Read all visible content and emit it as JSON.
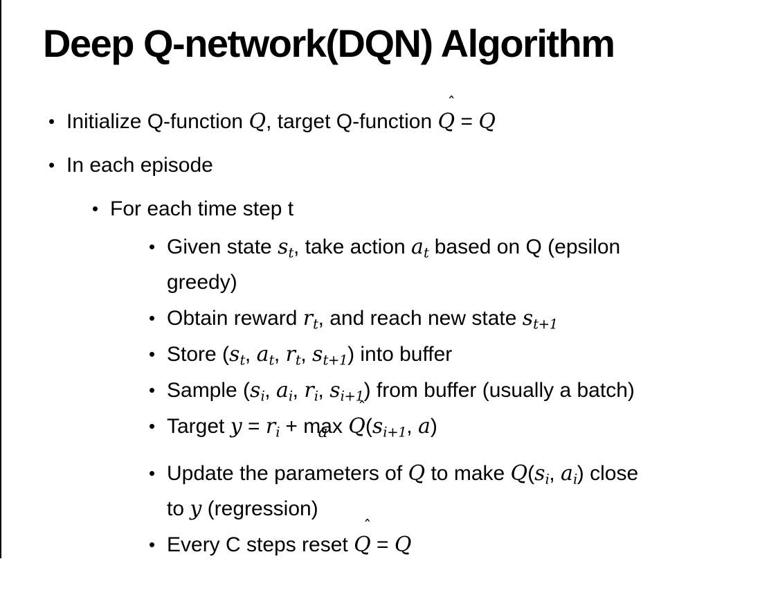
{
  "slide": {
    "title": "Deep Q-network(DQN) Algorithm",
    "bullet_char": "•",
    "bullets": [
      {
        "level": 1,
        "segments": [
          {
            "text": "Initialize Q-function "
          },
          {
            "math": "Q"
          },
          {
            "text": ", target Q-function "
          },
          {
            "math": "Q",
            "hat": true
          },
          {
            "text": " = "
          },
          {
            "math": "Q"
          }
        ]
      },
      {
        "level": 1,
        "segments": [
          {
            "text": "In each episode"
          }
        ]
      },
      {
        "level": 2,
        "segments": [
          {
            "text": "For each time step t"
          }
        ]
      },
      {
        "level": 3,
        "segments": [
          {
            "text": "Given state "
          },
          {
            "math": "s",
            "sub": "t"
          },
          {
            "text": ", take action "
          },
          {
            "math": "a",
            "sub": "t"
          },
          {
            "text": " based on Q (epsilon"
          },
          {
            "br": true
          },
          {
            "text": "greedy)"
          }
        ]
      },
      {
        "level": 3,
        "segments": [
          {
            "text": "Obtain reward "
          },
          {
            "math": "r",
            "sub": "t"
          },
          {
            "text": ", and reach new state "
          },
          {
            "math": "s",
            "sub": "t+1"
          }
        ]
      },
      {
        "level": 3,
        "segments": [
          {
            "text": "Store ("
          },
          {
            "math": "s",
            "sub": "t"
          },
          {
            "text": ", "
          },
          {
            "math": "a",
            "sub": "t"
          },
          {
            "text": ", "
          },
          {
            "math": "r",
            "sub": "t"
          },
          {
            "text": ", "
          },
          {
            "math": "s",
            "sub": "t+1"
          },
          {
            "text": ") into buffer"
          }
        ]
      },
      {
        "level": 3,
        "segments": [
          {
            "text": "Sample ("
          },
          {
            "math": "s",
            "sub": "i"
          },
          {
            "text": ", "
          },
          {
            "math": "a",
            "sub": "i"
          },
          {
            "text": ", "
          },
          {
            "math": "r",
            "sub": "i"
          },
          {
            "text": ", "
          },
          {
            "math": "s",
            "sub": "i+1"
          },
          {
            "text": ") from buffer (usually a batch)"
          }
        ]
      },
      {
        "level": 3,
        "segments": [
          {
            "text": "Target "
          },
          {
            "math": "y"
          },
          {
            "text": " = "
          },
          {
            "math": "r",
            "sub": "i"
          },
          {
            "text": " + "
          },
          {
            "limop": "max",
            "under": "a"
          },
          {
            "text": " "
          },
          {
            "math": "Q",
            "hat": true
          },
          {
            "text": "("
          },
          {
            "math": "s",
            "sub": "i+1"
          },
          {
            "text": ", "
          },
          {
            "math": "a"
          },
          {
            "text": ")"
          }
        ]
      },
      {
        "level": 3,
        "segments": [
          {
            "text": "Update the parameters of "
          },
          {
            "math": "Q"
          },
          {
            "text": " to make "
          },
          {
            "math": "Q"
          },
          {
            "text": "("
          },
          {
            "math": "s",
            "sub": "i"
          },
          {
            "text": ", "
          },
          {
            "math": "a",
            "sub": "i"
          },
          {
            "text": ") close"
          },
          {
            "br": true
          },
          {
            "text": "to "
          },
          {
            "math": "y"
          },
          {
            "text": " (regression)"
          }
        ]
      },
      {
        "level": 3,
        "segments": [
          {
            "text": "Every C steps reset "
          },
          {
            "math": "Q",
            "hat": true
          },
          {
            "text": " = "
          },
          {
            "math": "Q"
          }
        ]
      }
    ]
  },
  "colors": {
    "text": "#000000",
    "background": "#ffffff",
    "border": "#000000"
  }
}
